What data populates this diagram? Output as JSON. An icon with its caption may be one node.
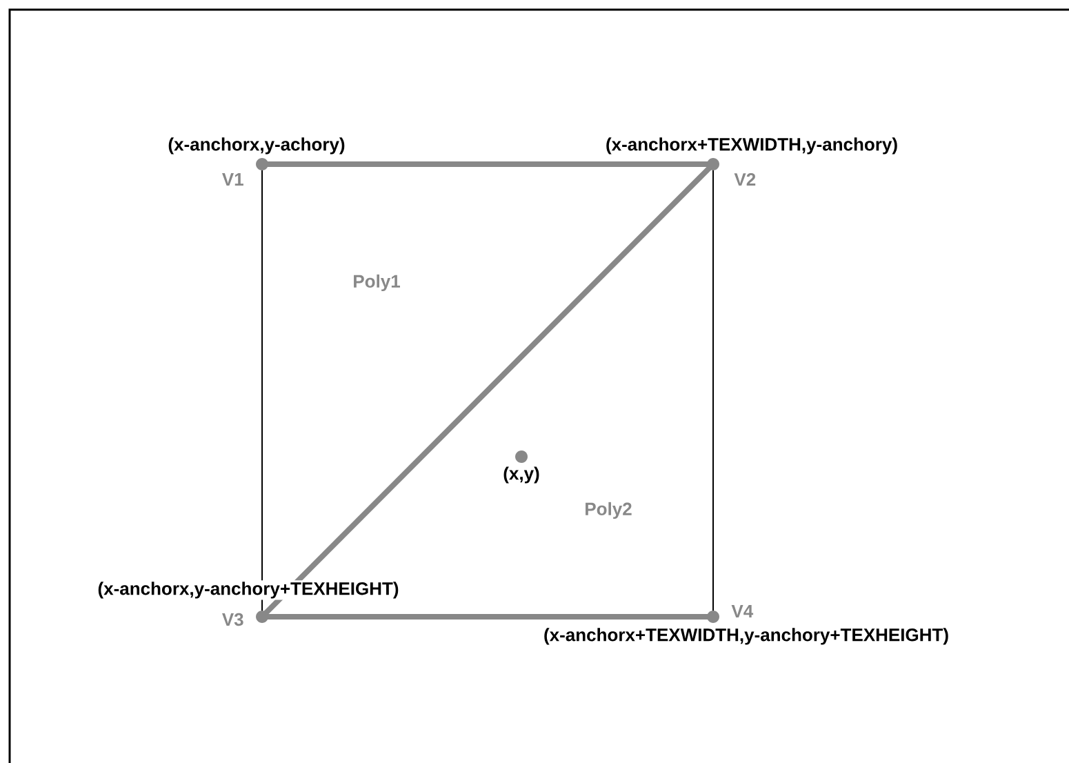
{
  "diagram": {
    "nodes": [
      {
        "text": [
          "V1"
        ],
        "beside": [
          "(x-anchorx,y-achory)"
        ]
      },
      {
        "text": [
          "V2"
        ],
        "beside": [
          "(x-anchorx+TEXWIDTH,y-anchory)"
        ]
      },
      {
        "text": [
          "V3"
        ],
        "beside": [
          "(x-anchorx,y-anchory+TEXHEIGHT)"
        ]
      },
      {
        "text": [
          "V4"
        ],
        "beside": [
          "(x-anchorx+TEXWIDTH,y-anchory+TEXHEIGHT)"
        ]
      },
      {
        "text": [
          "(x,y)"
        ]
      }
    ],
    "edges": [
      {
        "from": 0,
        "to": 1,
        "arrow": "none"
      },
      {
        "from": 1,
        "to": 2,
        "arrow": "none"
      },
      {
        "from": 2,
        "to": 3,
        "arrow": "none"
      },
      {
        "from": 0,
        "to": 2,
        "arrow": "none",
        "color": "#000000"
      },
      {
        "from": 1,
        "to": 3,
        "arrow": "none",
        "color": "#000000"
      }
    ],
    "labels": [
      "Poly1",
      "Poly2"
    ]
  }
}
